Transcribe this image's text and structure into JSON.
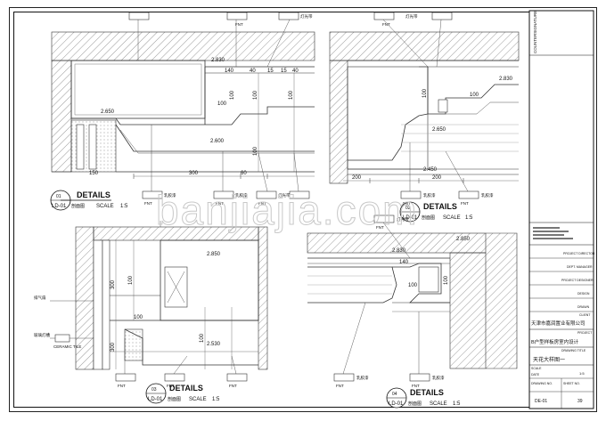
{
  "watermark": "banjiajia.com",
  "details": [
    {
      "id": "d1",
      "num": "01",
      "sheet": "LD-01",
      "sub": "剖面图",
      "title": "DETAILS",
      "scale_label": "SCALE",
      "scale": "1:5",
      "dims": [
        "2.830",
        "2.650",
        "2.600",
        "100",
        "150",
        "300",
        "60",
        "100",
        "140",
        "100",
        "40",
        "15",
        "15",
        "100",
        "40",
        "100"
      ],
      "tags": [
        "FNT",
        "FNT",
        "FNT",
        "FNT"
      ],
      "callouts": [
        "灯光带",
        "乳胶漆",
        "乳胶漆",
        "灯光带"
      ]
    },
    {
      "id": "d2",
      "num": "02",
      "sheet": "LD-01",
      "sub": "剖面图",
      "title": "DETAILS",
      "scale_label": "SCALE",
      "scale": "1:5",
      "dims": [
        "2.830",
        "2.650",
        "2.450",
        "100",
        "200",
        "100",
        "200"
      ],
      "tags": [
        "FNT",
        "FNT",
        "FNT"
      ],
      "callouts": [
        "灯光带",
        "乳胶漆",
        "乳胶漆"
      ]
    },
    {
      "id": "d3",
      "num": "03",
      "sheet": "LD-01",
      "sub": "剖面图",
      "title": "DETAILS",
      "scale_label": "SCALE",
      "scale": "1:5",
      "dims": [
        "2.850",
        "2.530",
        "300",
        "100",
        "300",
        "100",
        "100"
      ],
      "tags": [
        "FNT",
        "FNT",
        "FNT"
      ],
      "callouts": [
        "排气扇",
        "玻璃灯槽",
        "CERAMIC TILE"
      ]
    },
    {
      "id": "d4",
      "num": "04",
      "sheet": "LD-01",
      "sub": "剖面图",
      "title": "DETAILS",
      "scale_label": "SCALE",
      "scale": "1:5",
      "dims": [
        "2.830",
        "2.850",
        "140",
        "100",
        "100"
      ],
      "tags": [
        "FNT",
        "FNT",
        "FNT"
      ],
      "callouts": [
        "灯光带",
        "乳胶漆",
        "乳胶漆"
      ]
    }
  ],
  "title_block": {
    "client": "天津市嘉润置业有限公司",
    "project": "B户型样板房室内设计",
    "drawing_title": "天花大样图一",
    "drawing_no": "DE-01",
    "labels": [
      "PROJECT DIRECTOR",
      "DEPT. MANAGER",
      "PROJECT DESIGNER",
      "DESIGN",
      "DRAWN",
      "CLIENT",
      "PROJECT",
      "DRAWING TITLE",
      "SCALE",
      "DATE",
      "DRAWING NO.",
      "SHEET NO."
    ],
    "scale": "1:5",
    "sheet_no": "39",
    "counterpart": "COUNTERSIGNATURE"
  }
}
